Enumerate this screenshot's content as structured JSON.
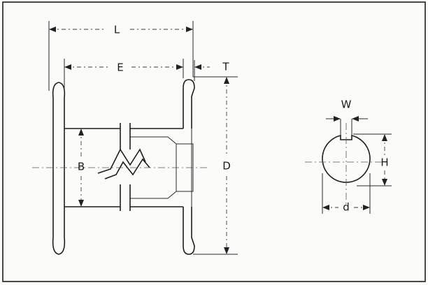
{
  "labels": {
    "L": "L",
    "E": "E",
    "T": "T",
    "D": "D",
    "B": "B",
    "W": "W",
    "H": "H",
    "d": "d"
  },
  "colors": {
    "line": "#1e1e1e",
    "background": "#fbfbf9"
  }
}
